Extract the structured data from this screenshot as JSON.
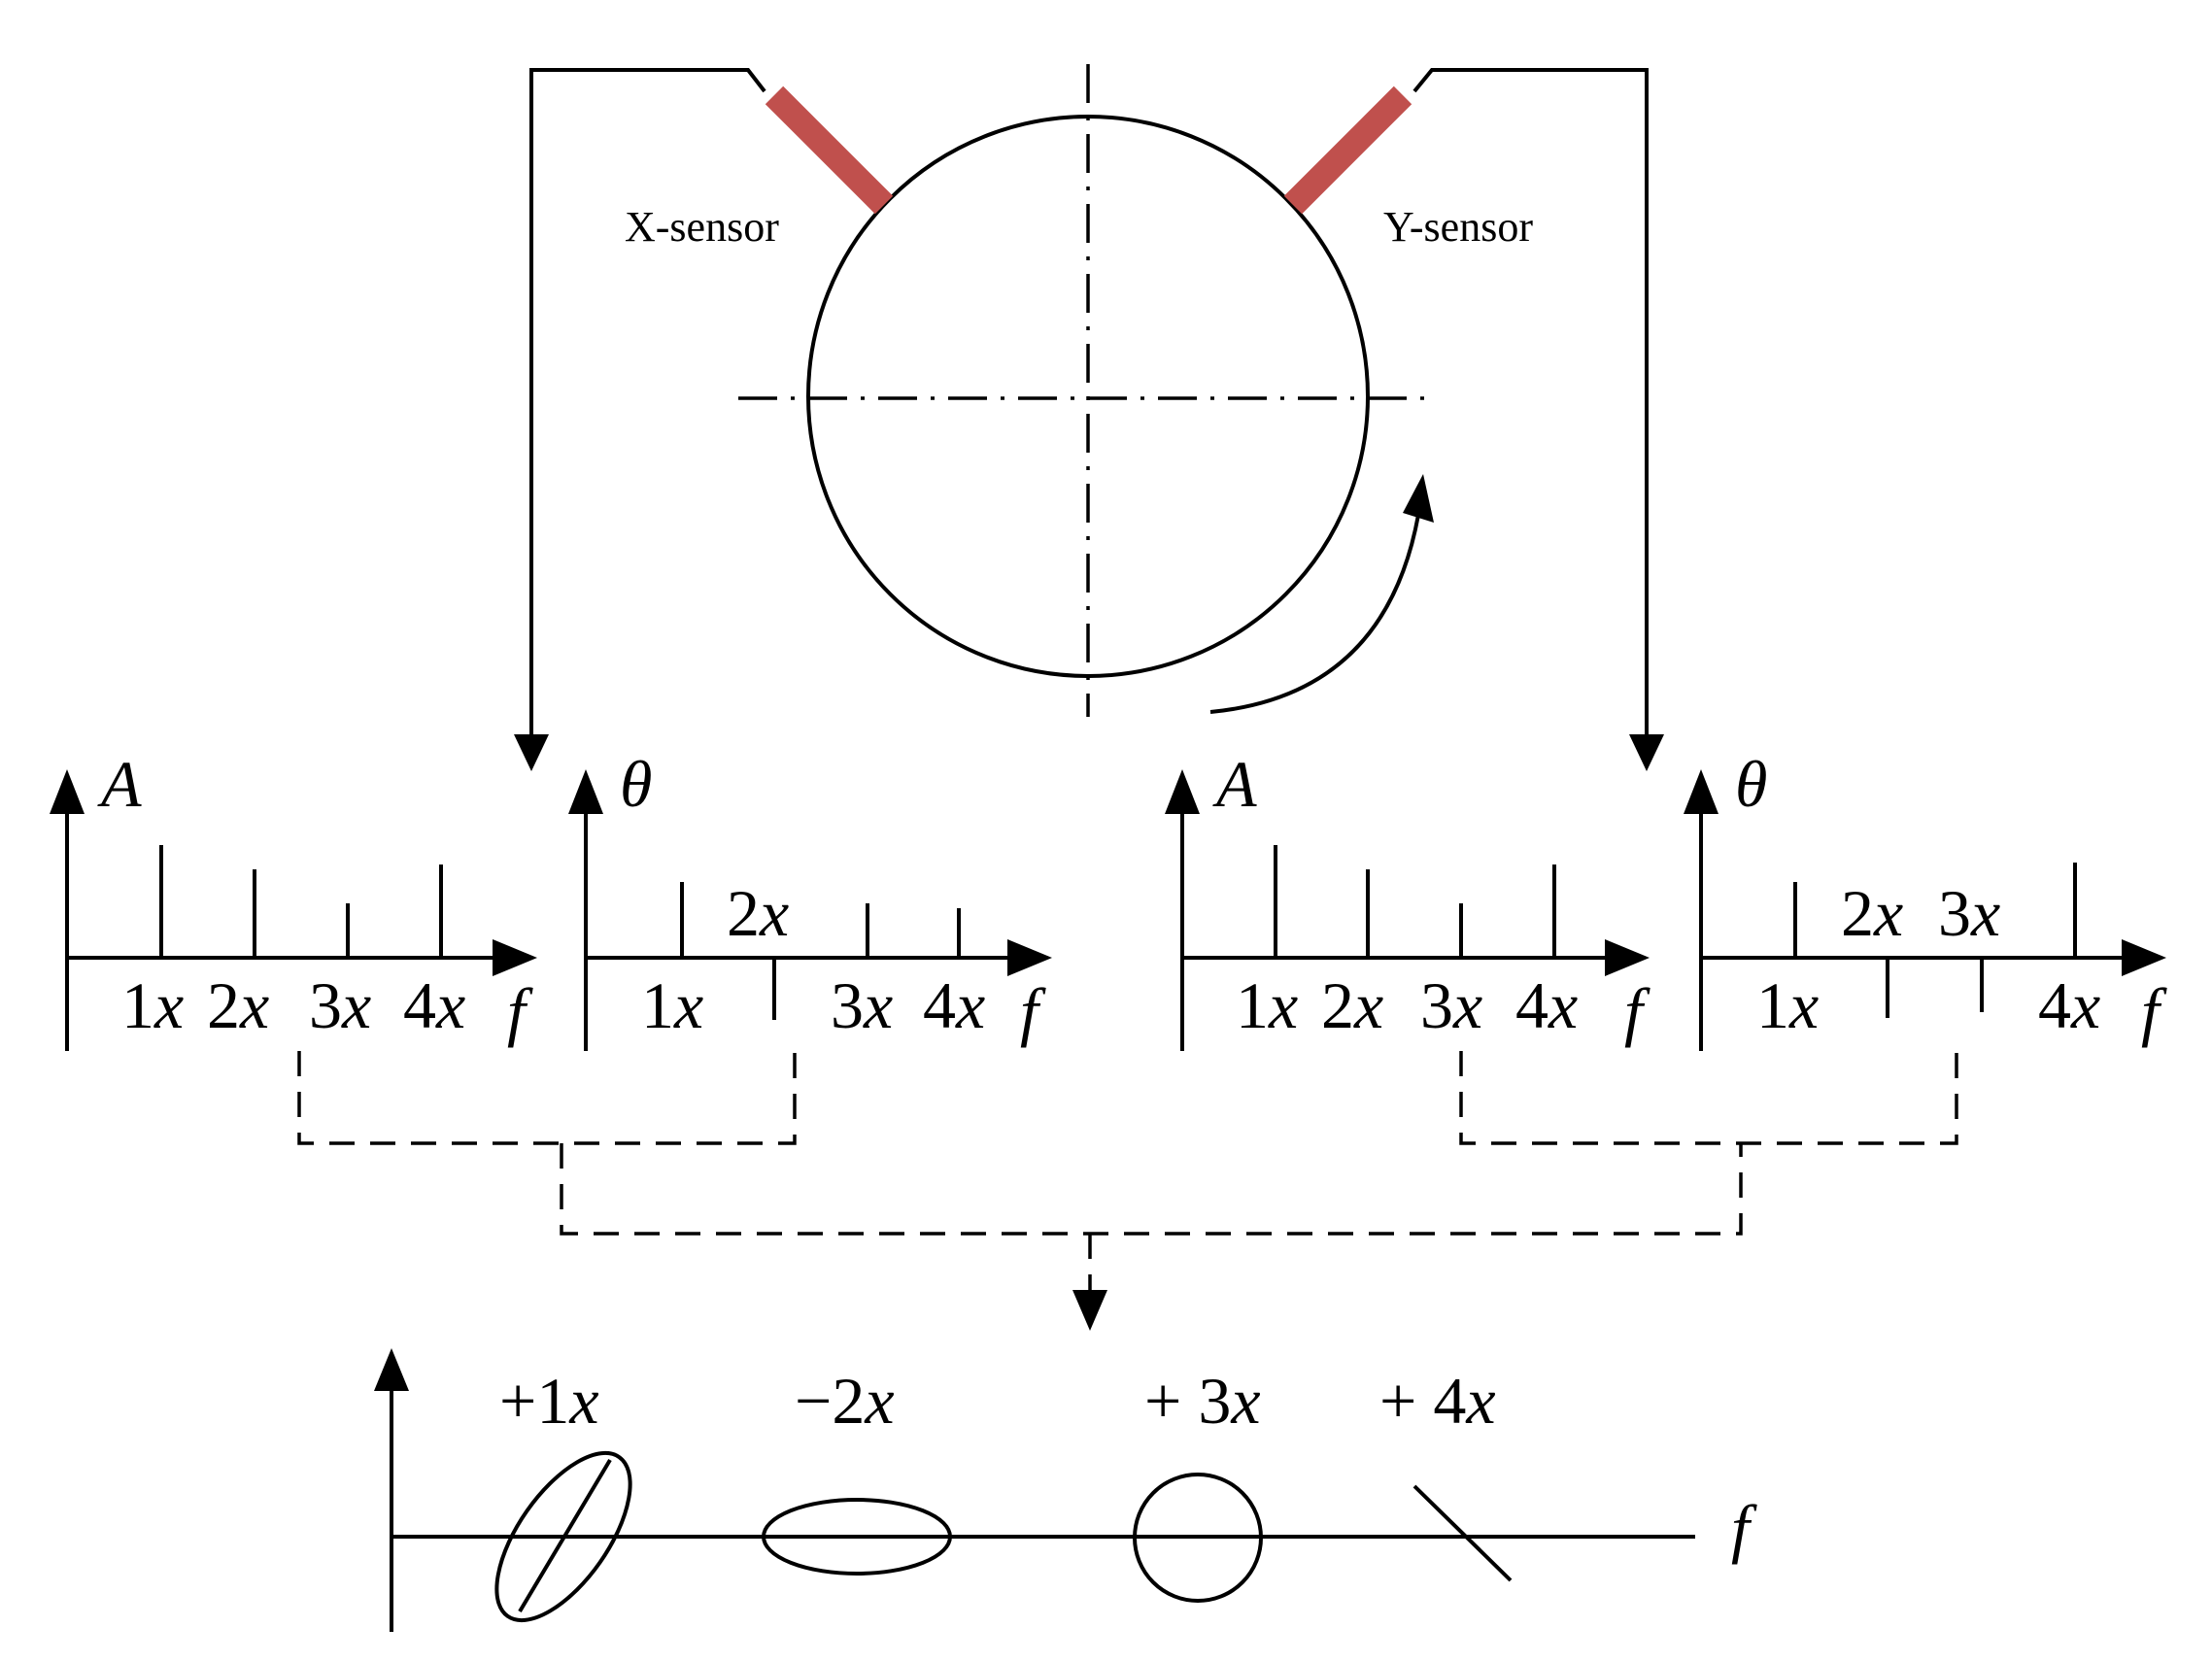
{
  "labels": {
    "x_sensor": "X-sensor",
    "y_sensor": "Y-sensor"
  },
  "colors": {
    "sensor": "#c0504d",
    "line": "#000000",
    "background": "#ffffff"
  },
  "panels": {
    "x_amp": {
      "ylabel": "A",
      "xlabel": "f",
      "ticks": [
        {
          "num": "1",
          "var": "x"
        },
        {
          "num": "2",
          "var": "x"
        },
        {
          "num": "3",
          "var": "x"
        },
        {
          "num": "4",
          "var": "x"
        }
      ]
    },
    "x_phase": {
      "ylabel": "θ",
      "xlabel": "f",
      "ticks": [
        {
          "num": "1",
          "var": "x"
        },
        {
          "num": "2",
          "var": "x"
        },
        {
          "num": "3",
          "var": "x"
        },
        {
          "num": "4",
          "var": "x"
        }
      ]
    },
    "y_amp": {
      "ylabel": "A",
      "xlabel": "f",
      "ticks": [
        {
          "num": "1",
          "var": "x"
        },
        {
          "num": "2",
          "var": "x"
        },
        {
          "num": "3",
          "var": "x"
        },
        {
          "num": "4",
          "var": "x"
        }
      ]
    },
    "y_phase": {
      "ylabel": "θ",
      "xlabel": "f",
      "ticks": [
        {
          "num": "1",
          "var": "x"
        },
        {
          "num": "2",
          "var": "x"
        },
        {
          "num": "3",
          "var": "x"
        },
        {
          "num": "4",
          "var": "x"
        }
      ]
    }
  },
  "orbits": {
    "xlabel": "f",
    "items": [
      {
        "sign": "+1",
        "var": "x",
        "shape": "tilted-ellipse"
      },
      {
        "sign": "−2",
        "var": "x",
        "shape": "horizontal-ellipse"
      },
      {
        "sign": "+ 3",
        "var": "x",
        "shape": "circle"
      },
      {
        "sign": "+ 4",
        "var": "x",
        "shape": "line"
      }
    ]
  }
}
